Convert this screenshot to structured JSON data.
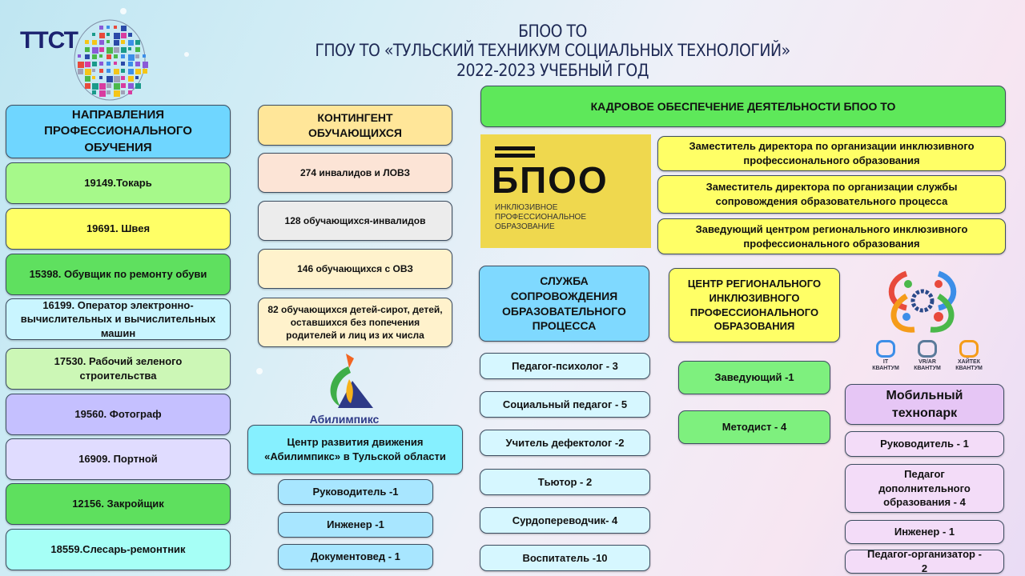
{
  "header": {
    "line1": "БПОО ТО",
    "line2": "ГПОУ ТО «ТУЛЬСКИЙ ТЕХНИКУМ СОЦИАЛЬНЫХ ТЕХНОЛОГИЙ»",
    "line3": "2022-2023 УЧЕБНЫЙ ГОД",
    "logo_text": "ТТСТ"
  },
  "directions": {
    "title": "НАПРАВЛЕНИЯ ПРОФЕССИОНАЛЬНОГО ОБУЧЕНИЯ",
    "items": [
      {
        "label": "19149.Токарь",
        "color": "#a6f98a"
      },
      {
        "label": "19691. Швея",
        "color": "#ffff66"
      },
      {
        "label": "15398. Обувщик по ремонту обуви",
        "color": "#5fe05f"
      },
      {
        "label": "16199. Оператор электронно-вычислительных и вычислительных машин",
        "color": "#c9f5ff"
      },
      {
        "label": "17530. Рабочий зеленого строительства",
        "color": "#ccf7b6"
      },
      {
        "label": "19560. Фотограф",
        "color": "#c5c0ff"
      },
      {
        "label": "16909. Портной",
        "color": "#e0dcff"
      },
      {
        "label": "12156. Закройщик",
        "color": "#5ee05e"
      },
      {
        "label": "18559.Слесарь-ремонтник",
        "color": "#a6fff6"
      }
    ]
  },
  "contingent": {
    "title": "КОНТИНГЕНТ ОБУЧАЮЩИХСЯ",
    "items": [
      {
        "label": "274 инвалидов и ЛОВЗ",
        "color": "#fce4d6"
      },
      {
        "label": "128 обучающихся-инвалидов",
        "color": "#ececec"
      },
      {
        "label": "146 обучающихся с ОВЗ",
        "color": "#fff2cc"
      },
      {
        "label": "82 обучающихся детей-сирот, детей, оставшихся без попечения родителей и лиц из их числа",
        "color": "#fff2cc"
      }
    ]
  },
  "abilympics": {
    "logo_text": "Абилимпикс",
    "title": "Центр развития движения «Абилимпикс» в Тульской области",
    "items": [
      "Руководитель -1",
      "Инженер -1",
      "Документовед - 1"
    ]
  },
  "staffing": {
    "title": "КАДРОВОЕ ОБЕСПЕЧЕНИЕ ДЕЯТЕЛЬНОСТИ БПОО ТО",
    "logo": {
      "big": "БПОО",
      "sub": "ИНКЛЮЗИВНОЕ ПРОФЕССИОНАЛЬНОЕ ОБРАЗОВАНИЕ"
    },
    "positions": [
      "Заместитель директора по  организации инклюзивного профессионального образования",
      "Заместитель директора по организации службы сопровождения образовательного процесса",
      "Заведующий центром регионального инклюзивного профессионального образования"
    ]
  },
  "support_service": {
    "title": "СЛУЖБА СОПРОВОЖДЕНИЯ ОБРАЗОВАТЕЛЬНОГО ПРОЦЕССА",
    "items": [
      "Педагог-психолог - 3",
      "Социальный педагог - 5",
      "Учитель дефектолог -2",
      "Тьютор - 2",
      "Сурдопереводчик- 4",
      "Воспитатель -10"
    ]
  },
  "regional_center": {
    "title": "ЦЕНТР РЕГИОНАЛЬНОГО ИНКЛЮЗИВНОГО ПРОФЕССИОНАЛЬНОГО ОБРАЗОВАНИЯ",
    "items": [
      "Заведующий -1",
      "Методист - 4"
    ]
  },
  "technopark": {
    "quantum_logos": [
      "IT КВАНТУМ",
      "VR/AR КВАНТУМ",
      "ХАЙТЕК КВАНТУМ"
    ],
    "title": "Мобильный технопарк",
    "items": [
      "Руководитель - 1",
      "Педагог дополнительного образования - 4",
      "Инженер - 1",
      "Педагог-организатор - 2"
    ]
  }
}
